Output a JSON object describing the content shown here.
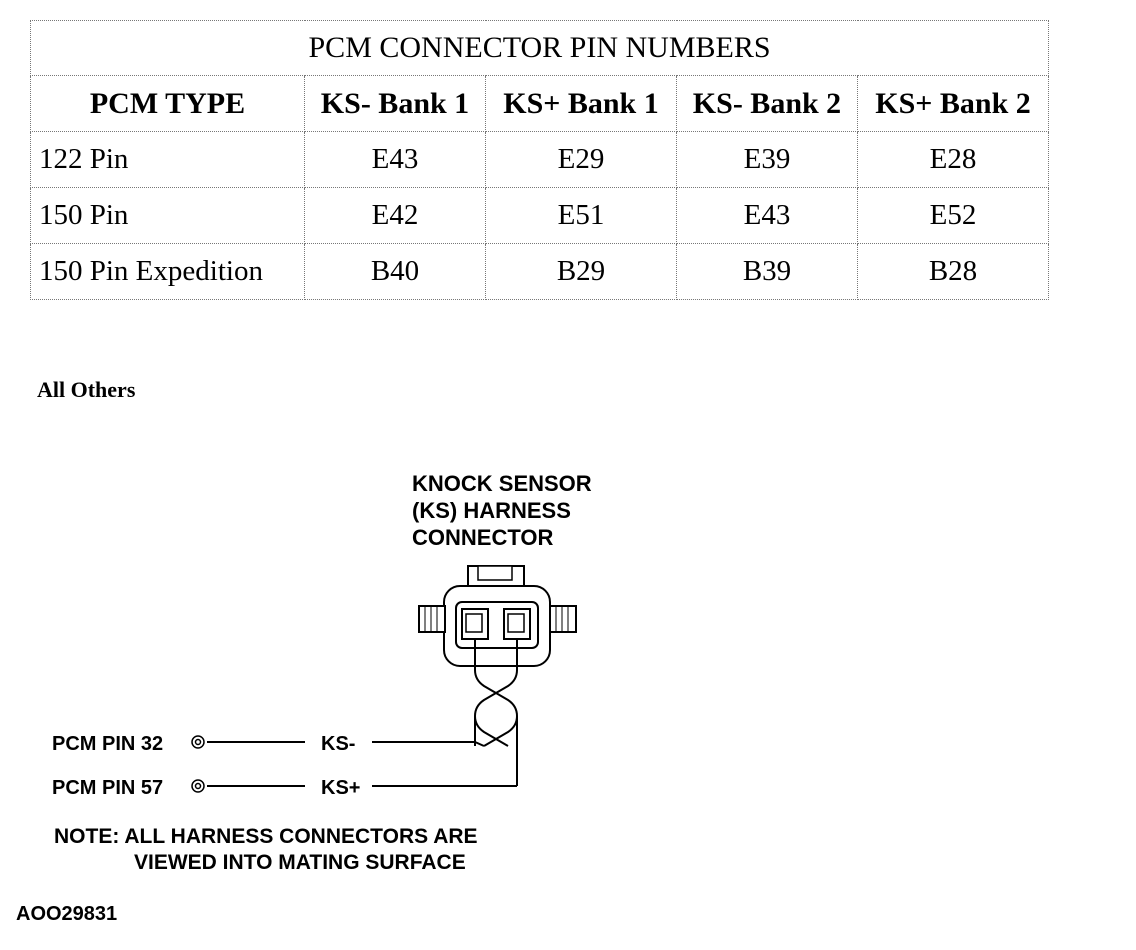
{
  "table": {
    "title": "PCM CONNECTOR PIN NUMBERS",
    "headers": [
      "PCM TYPE",
      "KS- Bank 1",
      "KS+ Bank 1",
      "KS- Bank 2",
      "KS+ Bank 2"
    ],
    "rows": [
      [
        "122 Pin",
        "E43",
        "E29",
        "E39",
        "E28"
      ],
      [
        "150 Pin",
        "E42",
        "E51",
        "E43",
        "E52"
      ],
      [
        "150 Pin Expedition",
        "B40",
        "B29",
        "B39",
        "B28"
      ]
    ]
  },
  "section_label": "All Others",
  "diagram": {
    "connector_label": [
      "KNOCK SENSOR",
      "(KS) HARNESS",
      "CONNECTOR"
    ],
    "wires": [
      {
        "pin_label": "PCM PIN 32",
        "signal": "KS-"
      },
      {
        "pin_label": "PCM PIN 57",
        "signal": "KS+"
      }
    ],
    "note": [
      "NOTE: ALL HARNESS CONNECTORS ARE",
      "VIEWED INTO MATING SURFACE"
    ],
    "figure_id": "AOO29831"
  }
}
